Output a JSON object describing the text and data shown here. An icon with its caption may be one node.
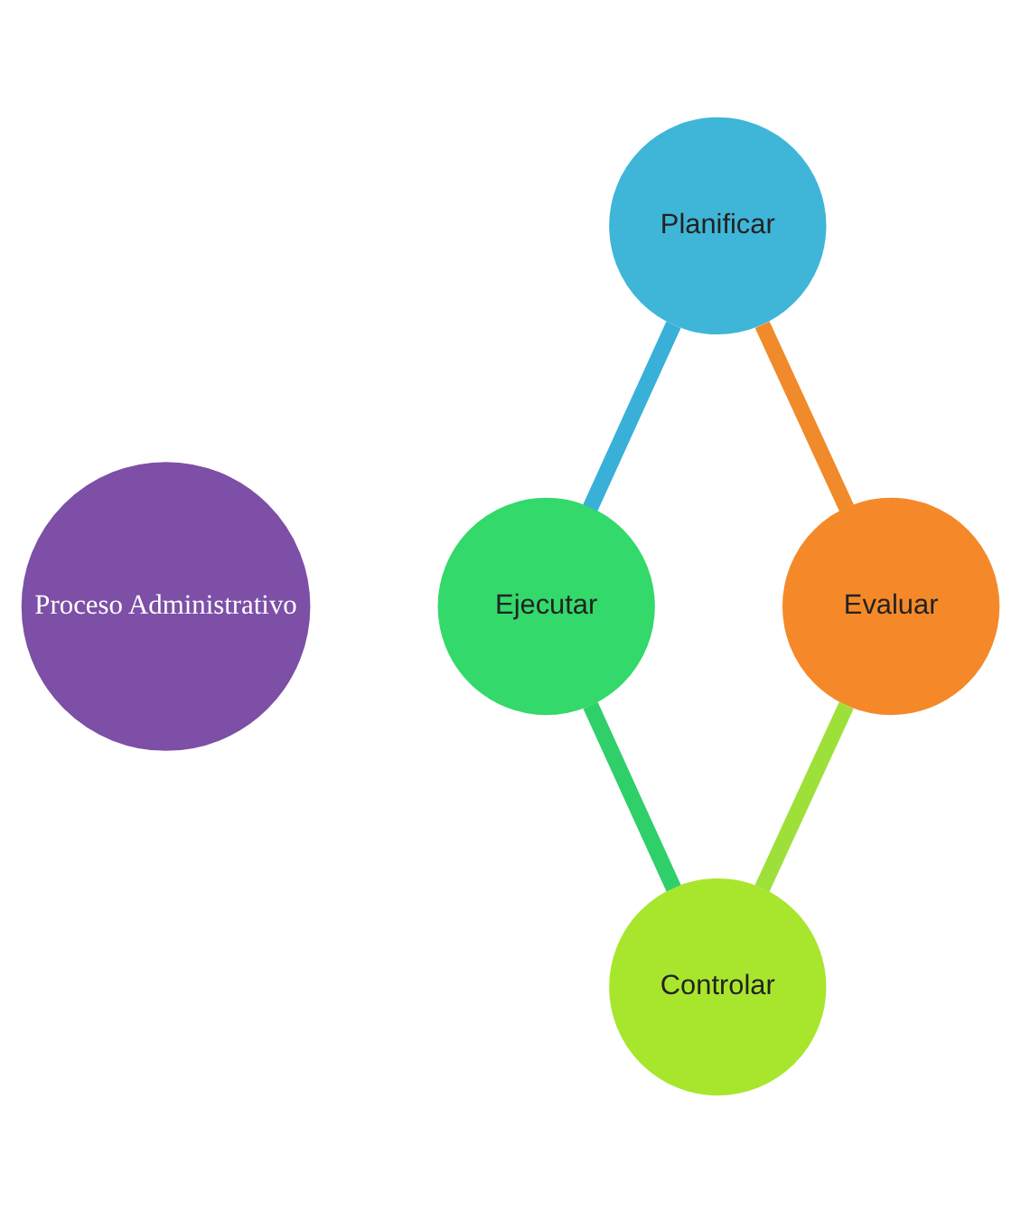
{
  "diagram": {
    "nodes": [
      {
        "text": [
          "Proceso Administrativo"
        ]
      },
      {
        "text": [
          "Planificar"
        ]
      },
      {
        "text": [
          "Ejecutar"
        ]
      },
      {
        "text": [
          "Controlar"
        ]
      },
      {
        "text": [
          "Evaluar"
        ]
      }
    ],
    "edges": [
      {
        "from": 1,
        "to": 2,
        "arrow": "none",
        "color": "#38b0d8"
      },
      {
        "from": 2,
        "to": 3,
        "arrow": "none",
        "color": "#2fd06a"
      },
      {
        "from": 1,
        "to": 4,
        "arrow": "none",
        "color": "#f08a2a"
      },
      {
        "from": 4,
        "to": 3,
        "arrow": "none",
        "color": "#9ee03a"
      }
    ]
  }
}
